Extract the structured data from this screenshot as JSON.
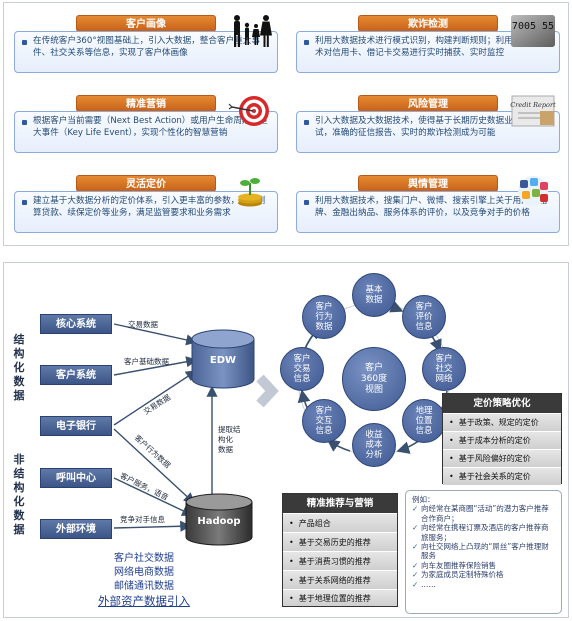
{
  "top_cards": [
    {
      "title": "客户画像",
      "text": "在传统客户360°视图基础上，引入大数据，整合客户重大事件、社交关系等信息，实现了客户体画像",
      "image": "family-silhouette"
    },
    {
      "title": "欺诈检测",
      "text": "利用大数据技术进行模式识别，构建判断规则；利用快数据技术对信用卡、借记卡交易进行实时捕获、实时监控",
      "image": "credit-card-photo",
      "image_text": "7005 55"
    },
    {
      "title": "精准营销",
      "text": "根据客户当前需要（Next Best Action）或用户生命周期的重大事件（Key Life Event），实现个性化的智慧营销",
      "image": "target-dartboard"
    },
    {
      "title": "风险管理",
      "text": "引入大数据及大数据技术，使得基于长期历史数据业务压力测试，准确的征信报告、实时的欺诈检测成为可能",
      "image": "credit-report-photo",
      "image_text": "Credit Report"
    },
    {
      "title": "灵活定价",
      "text": "建立基于大数据分析的定价体系，引入更丰富的参数，灵活测算贷款、续保定价等业务，满足监管要求和业务需求",
      "image": "coins-sprout"
    },
    {
      "title": "舆情管理",
      "text": "利用大数据技术，搜集门户、微博、搜索引擎上关于用户产品牌、金融出纳品、服务体系的评价，以及竞争对手的价格",
      "image": "social-media-icons"
    }
  ],
  "diagram": {
    "structured_label": [
      "结",
      "构",
      "化",
      "数",
      "据"
    ],
    "unstructured_label": [
      "非",
      "结",
      "构",
      "化",
      "数",
      "据"
    ],
    "sources": [
      "核心系统",
      "客户系统",
      "电子银行",
      "呼叫中心",
      "外部环境"
    ],
    "edge_labels": {
      "core_edw": "交易数据",
      "cust_edw": "客户基础数据",
      "ebank_edw": "交易数据",
      "ebank_hadoop": "客户行为数据",
      "call_hadoop": "客户服务，语音",
      "ext_hadoop": "竞争对手信息",
      "hadoop_edw": [
        "提取结",
        "构化",
        "数据"
      ]
    },
    "edw": "EDW",
    "hadoop": "Hadoop",
    "external_lines": [
      "客户社交数据",
      "网络电商数据",
      "邮储通讯数据"
    ],
    "external_title": "外部资产数据引入",
    "center": [
      "客户",
      "360度",
      "视图"
    ],
    "ring_nodes": [
      [
        "基本",
        "数据"
      ],
      [
        "客户",
        "评价",
        "信息"
      ],
      [
        "客户",
        "社交",
        "网络"
      ],
      [
        "地理",
        "位置",
        "信息"
      ],
      [
        "收益",
        "成本",
        "分析"
      ],
      [
        "客户",
        "交互",
        "信息"
      ],
      [
        "客户",
        "交易",
        "信息"
      ],
      [
        "客户",
        "行为",
        "数据"
      ]
    ],
    "pricing": {
      "title": "定价策略优化",
      "rows": [
        "基于政策、规定的定价",
        "基于成本分析的定价",
        "基于风险偏好的定价",
        "基于社会关系的定价"
      ]
    },
    "marketing": {
      "title": "精准推荐与营销",
      "rows": [
        "产品组合",
        "基于交易历史的推荐",
        "基于消费习惯的推荐",
        "基于关系网络的推荐",
        "基于地理位置的推荐"
      ]
    },
    "examples": {
      "title": "例如：",
      "items": [
        "向经常在某商圈“活动”的潜力客户推荐合作商户；",
        "向经常在携程订票及酒店的客户推荐商旅服务；",
        "向社交网络上凸现的“屌丝”客户推理财服务",
        "向车友圈推荐保险销售",
        "为家庭成员定制特殊价格",
        "……"
      ]
    }
  }
}
